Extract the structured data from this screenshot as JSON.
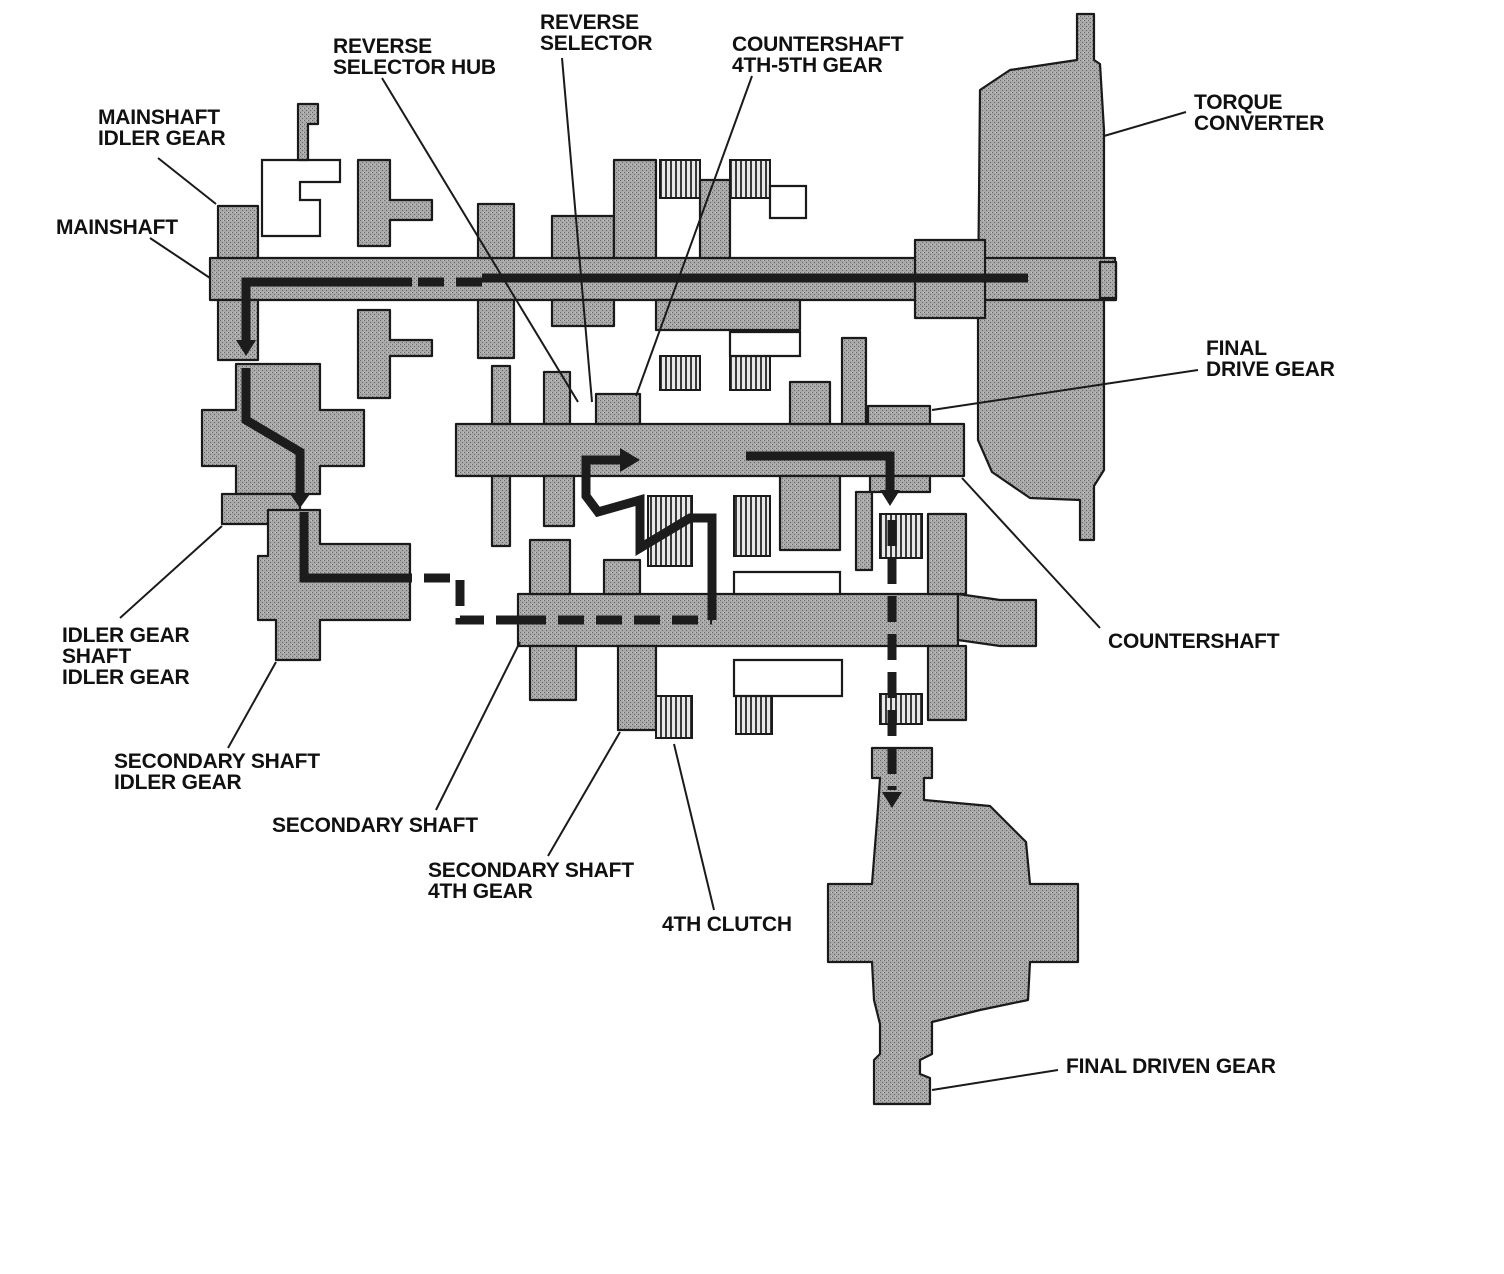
{
  "diagram": {
    "labels": {
      "reverse_selector": "REVERSE\nSELECTOR",
      "reverse_selector_hub": "REVERSE\nSELECTOR HUB",
      "countershaft_45_gear": "COUNTERSHAFT\n4TH-5TH GEAR",
      "mainshaft_idler_gear": "MAINSHAFT\nIDLER GEAR",
      "mainshaft": "MAINSHAFT",
      "torque_converter": "TORQUE\nCONVERTER",
      "final_drive_gear": "FINAL\nDRIVE GEAR",
      "countershaft": "COUNTERSHAFT",
      "idler_gear_shaft": "IDLER GEAR\nSHAFT\nIDLER GEAR",
      "secondary_shaft_idler_gear": "SECONDARY SHAFT\nIDLER GEAR",
      "secondary_shaft": "SECONDARY SHAFT",
      "secondary_shaft_4th_gear": "SECONDARY SHAFT\n4TH GEAR",
      "fourth_clutch": "4TH CLUTCH",
      "final_driven_gear": "FINAL DRIVEN GEAR"
    }
  }
}
